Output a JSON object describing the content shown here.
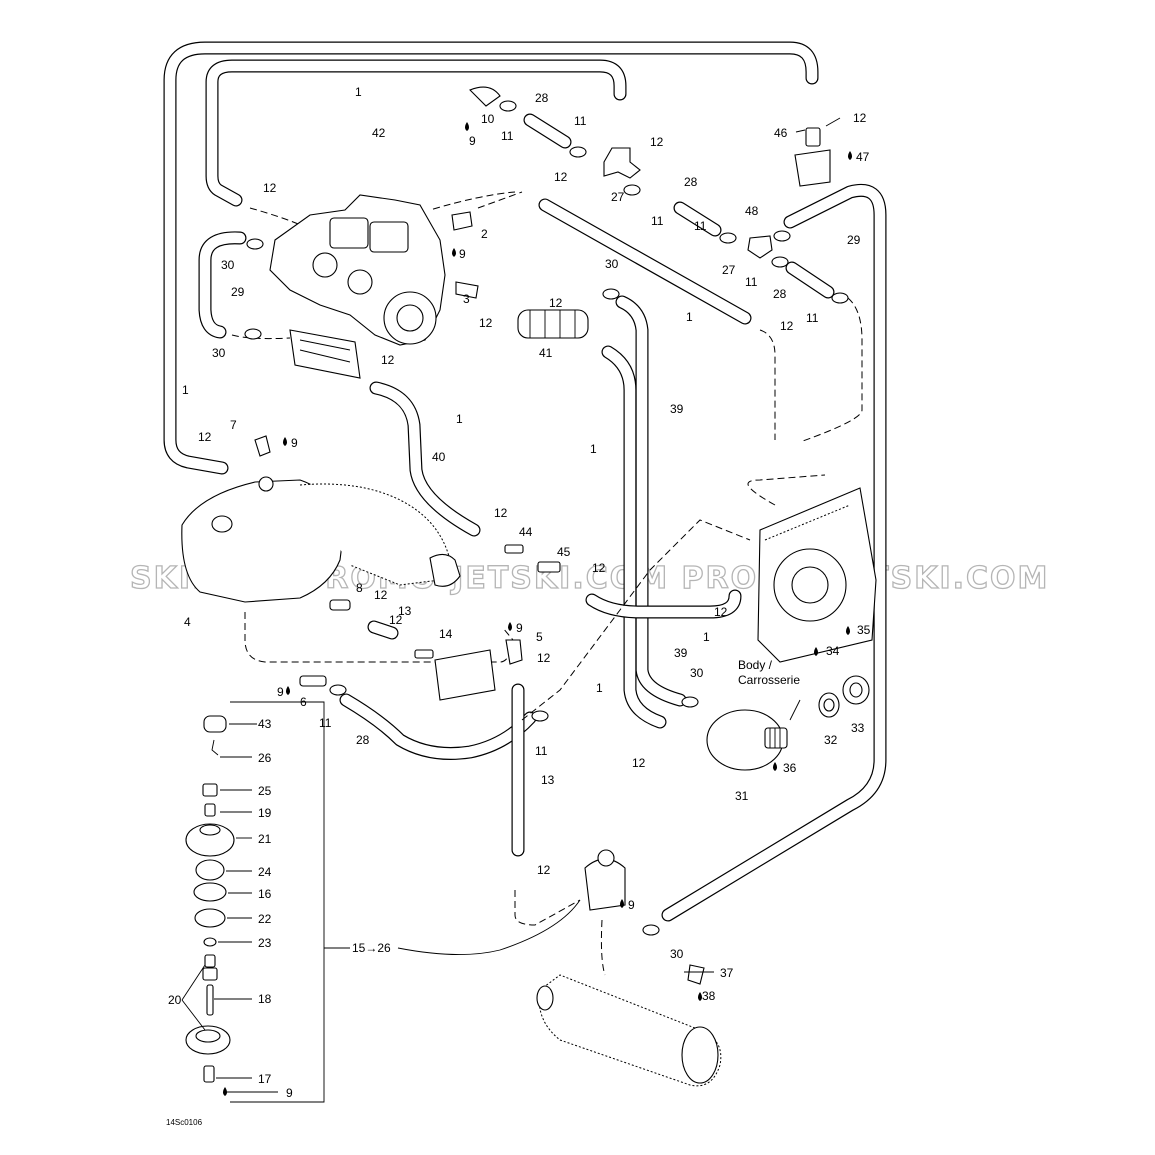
{
  "callouts": {
    "c1a": "1",
    "c1b": "1",
    "c1c": "1",
    "c1d": "1",
    "c1e": "1",
    "c1f": "1",
    "c1g": "1",
    "c2": "2",
    "c3": "3",
    "c4": "4",
    "c5": "5",
    "c6": "6",
    "c7": "7",
    "c8": "8",
    "c9a": "9",
    "c9b": "9",
    "c9c": "9",
    "c9d": "9",
    "c9e": "9",
    "c9f": "9",
    "c9g": "9",
    "c10": "10",
    "c11a": "11",
    "c11b": "11",
    "c11c": "11",
    "c11d": "11",
    "c11e": "11",
    "c11f": "11",
    "c11g": "11",
    "c12a": "12",
    "c12b": "12",
    "c12c": "12",
    "c12d": "12",
    "c12e": "12",
    "c12f": "12",
    "c12g": "12",
    "c12h": "12",
    "c12i": "12",
    "c12j": "12",
    "c12k": "12",
    "c12l": "12",
    "c12m": "12",
    "c12n": "12",
    "c12o": "12",
    "c12p": "12",
    "c12q": "12",
    "c13a": "13",
    "c13b": "13",
    "c14": "14",
    "c15to26": "15→26",
    "c16": "16",
    "c17": "17",
    "c18": "18",
    "c19": "19",
    "c20": "20",
    "c21": "21",
    "c22": "22",
    "c23": "23",
    "c24": "24",
    "c25": "25",
    "c26": "26",
    "c27a": "27",
    "c27b": "27",
    "c28a": "28",
    "c28b": "28",
    "c28c": "28",
    "c28d": "28",
    "c29a": "29",
    "c29b": "29",
    "c30a": "30",
    "c30b": "30",
    "c30c": "30",
    "c30d": "30",
    "c30e": "30",
    "c31": "31",
    "c32": "32",
    "c33": "33",
    "c34": "34",
    "c35": "35",
    "c36": "36",
    "c37": "37",
    "c38": "38",
    "c39a": "39",
    "c39b": "39",
    "c40": "40",
    "c41": "41",
    "c42": "42",
    "c43": "43",
    "c44": "44",
    "c45": "45",
    "c46": "46",
    "c47": "47",
    "c48": "48",
    "body_label_line1": "Body /",
    "body_label_line2": "Carrosserie"
  },
  "reference_code": "14Sc0106",
  "watermark": "SKI.COM   PROMO-JETSKI.COM   PROMO-JETSKI.COM"
}
